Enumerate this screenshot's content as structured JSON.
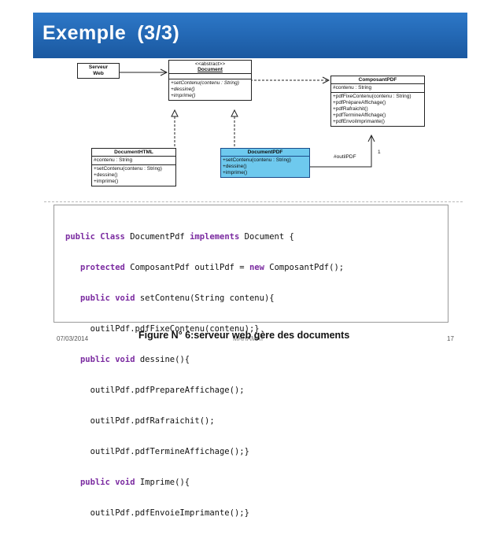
{
  "slide": {
    "title_part1": "Exemple",
    "title_part2": "(3/3)"
  },
  "uml": {
    "serveur": {
      "name_line1": "Serveur",
      "name_line2": "Web"
    },
    "document": {
      "stereotype": "<<abstract>>",
      "name": "Document",
      "operations": [
        "+setContenu(contenu : String)",
        "+dessine()",
        "+imprime()"
      ]
    },
    "composant": {
      "name": "ComposantPDF",
      "attributes": [
        "#contenu : String"
      ],
      "operations": [
        "+pdfFixeContenu(contenu : String)",
        "+pdfPrépareAffichage()",
        "+pdfRafraichit()",
        "+pdfTermineAffichage()",
        "+pdfEnvoiImprimante()"
      ]
    },
    "html": {
      "name": "DocumentHTML",
      "attributes": [
        "#contenu : String"
      ],
      "operations": [
        "+setContenu(contenu : String)",
        "+dessine()",
        "+imprime()"
      ]
    },
    "pdf": {
      "name": "DocumentPDF",
      "operations": [
        "+setContenu(contenu : String)",
        "+dessine()",
        "+imprime()"
      ]
    },
    "assoc_role": "#outilPDF",
    "assoc_mult": "1"
  },
  "code": {
    "lines": [
      "public Class DocumentPdf implements Document {",
      "   protected ComposantPdf outilPdf = new ComposantPdf();",
      "   public void setContenu(String contenu){",
      "     outilPdf.pdfFixeContenu(contenu);}",
      "   public void dessine(){",
      "     outilPdf.pdfPrepareAffichage();",
      "     outilPdf.pdfRafraichit();",
      "     outilPdf.pdfTermineAffichage();}",
      "   public void Imprime(){",
      "     outilPdf.pdfEnvoieImprimante();}"
    ]
  },
  "footer": {
    "date": "07/03/2014",
    "author": "MAHAMAT",
    "caption": "Figure N° 6:serveur web gère des documents",
    "page": "17"
  },
  "colors": {
    "title_bg": "#1f5fa8",
    "highlight_class": "#6ec9ee",
    "keyword": "#7a2aa0"
  }
}
